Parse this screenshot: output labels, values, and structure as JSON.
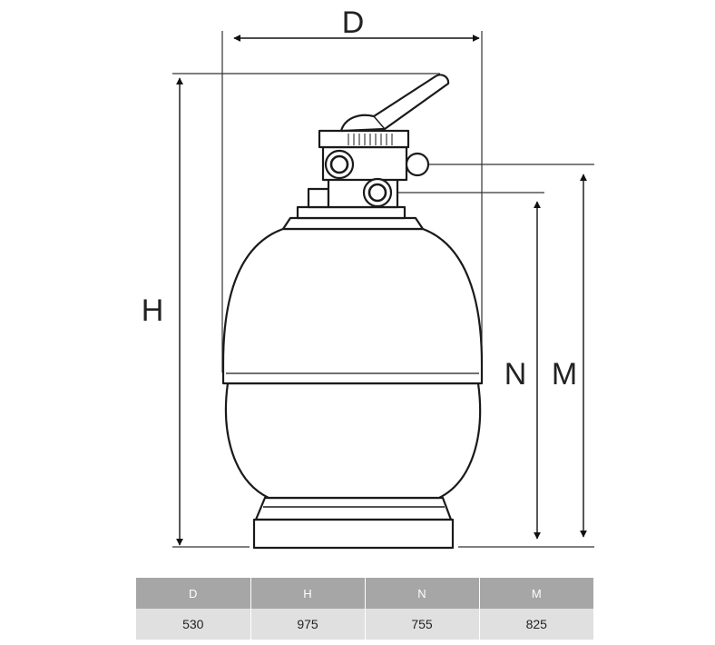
{
  "diagram": {
    "labels": {
      "width": "D",
      "height": "H",
      "port_low": "N",
      "port_high": "M"
    }
  },
  "table": {
    "headers": [
      "D",
      "H",
      "N",
      "M"
    ],
    "values": [
      "530",
      "975",
      "755",
      "825"
    ]
  }
}
